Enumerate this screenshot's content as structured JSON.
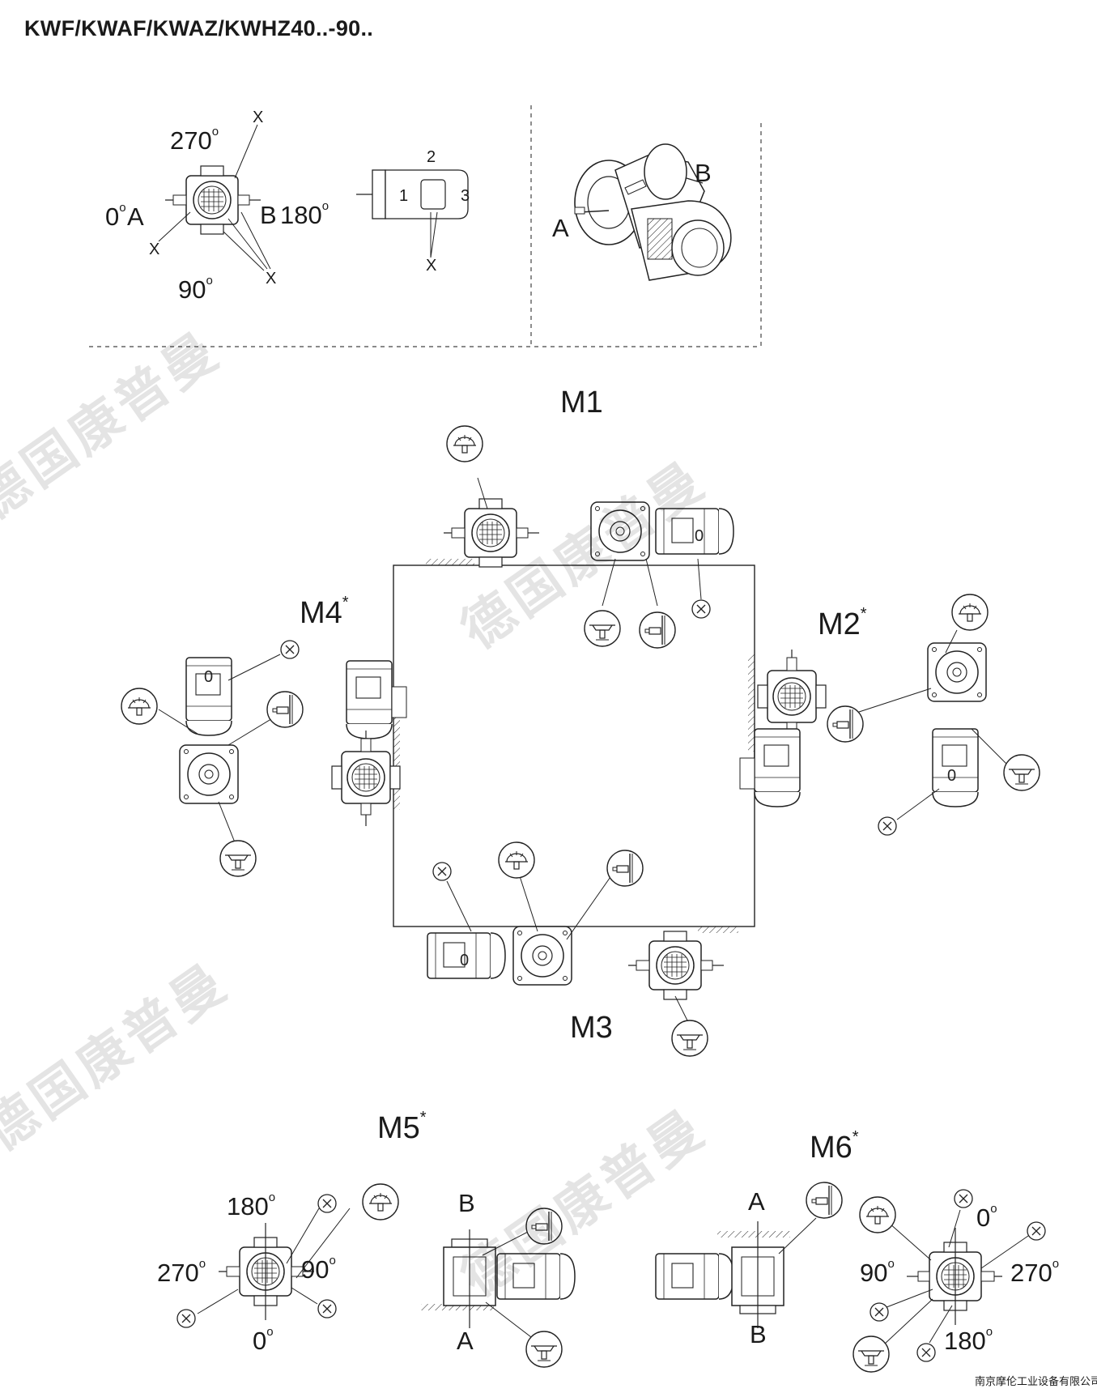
{
  "title": "KWF/KWAF/KWAZ/KWHZ40..-90..",
  "footer": "南京摩伦工业设备有限公司",
  "watermark": "德国康普曼",
  "degree_symbol": "o",
  "symbols": {
    "x": "X",
    "circle_1": "1",
    "circle_2": "2",
    "circle_3": "3",
    "zero": "0"
  },
  "reference": {
    "angle_270": "270",
    "angle_0": "0",
    "label_a": "A",
    "label_b": "B",
    "angle_180": "180",
    "angle_90": "90",
    "iso_a": "A",
    "iso_b": "B"
  },
  "positions": {
    "m1": "M1",
    "m2": "M2",
    "m3": "M3",
    "m4": "M4",
    "m5": "M5",
    "m6": "M6",
    "asterisk": "*"
  },
  "m5": {
    "a180": "180",
    "a270": "270",
    "a90": "90",
    "a0": "0",
    "b": "B",
    "a": "A"
  },
  "m6": {
    "a": "A",
    "b": "B",
    "a0": "0",
    "a90": "90",
    "a270": "270",
    "a180": "180"
  }
}
